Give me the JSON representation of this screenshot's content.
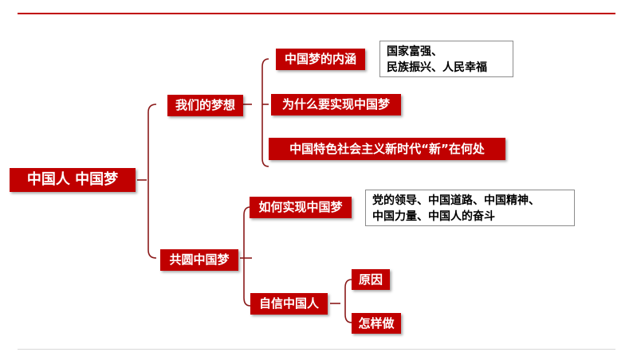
{
  "root": {
    "label": "中国人 中国梦"
  },
  "branches": [
    {
      "label": "我们的梦想",
      "children": [
        {
          "label": "中国梦的内涵",
          "note": [
            "国家富强、",
            "民族振兴、人民幸福"
          ]
        },
        {
          "label": "为什么要实现中国梦"
        },
        {
          "label": "中国特色社会主义新时代“新”在何处"
        }
      ]
    },
    {
      "label": "共圆中国梦",
      "children": [
        {
          "label": "如何实现中国梦",
          "note": [
            "党的领导、中国道路、中国精神、",
            "中国力量、中国人的奋斗"
          ]
        },
        {
          "label": "自信中国人",
          "children": [
            {
              "label": "原因"
            },
            {
              "label": "怎样做"
            }
          ]
        }
      ]
    }
  ],
  "colors": {
    "node_fill": "#c00000",
    "connector": "#8b1a1a",
    "note_border": "#8c8c8c"
  }
}
